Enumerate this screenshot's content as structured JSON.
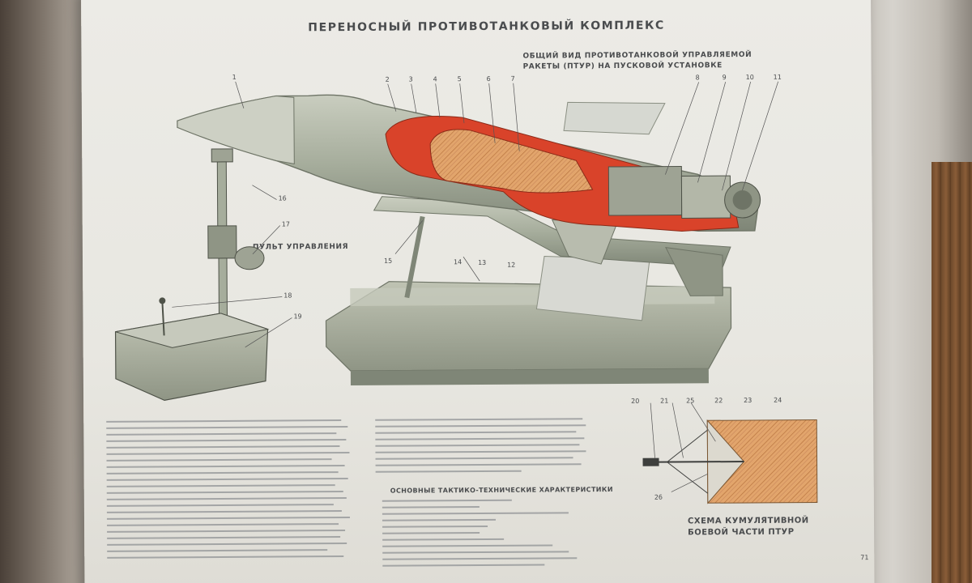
{
  "poster": {
    "title": "ПЕРЕНОСНЫЙ ПРОТИВОТАНКОВЫЙ КОМПЛЕКС",
    "general_view_line1": "ОБЩИЙ ВИД ПРОТИВОТАНКОВОЙ УПРАВЛЯЕМОЙ",
    "general_view_line2": "РАКЕТЫ (ПТУР) НА ПУСКОВОЙ УСТАНОВКЕ",
    "control_panel_label": "ПУЛЬТ УПРАВЛЕНИЯ",
    "characteristics_title": "ОСНОВНЫЕ ТАКТИКО-ТЕХНИЧЕСКИЕ ХАРАКТЕРИСТИКИ",
    "warhead_schema_line1": "СХЕМА КУМУЛЯТИВНОЙ",
    "warhead_schema_line2": "БОЕВОЙ ЧАСТИ ПТУР",
    "page_number": "71"
  },
  "callouts": {
    "n1": "1",
    "n2": "2",
    "n3": "3",
    "n4": "4",
    "n5": "5",
    "n6": "6",
    "n7": "7",
    "n8": "8",
    "n9": "9",
    "n10": "10",
    "n11": "11",
    "n12": "12",
    "n13": "13",
    "n14": "14",
    "n15": "15",
    "n16": "16",
    "n17": "17",
    "n18": "18",
    "n19": "19",
    "n20": "20",
    "n21": "21",
    "n22": "22",
    "n23": "23",
    "n24": "24",
    "n25": "25",
    "n26": "26"
  },
  "colors": {
    "olive_body": "#a6ad9c",
    "cutaway_red": "#d9432a",
    "propellant_orange": "#e7a56a",
    "paper": "#eae9e3"
  }
}
